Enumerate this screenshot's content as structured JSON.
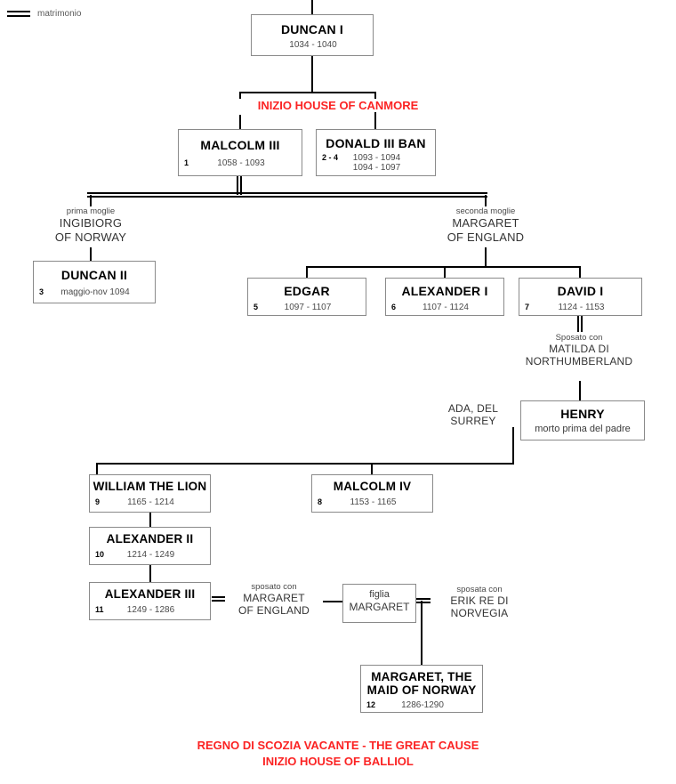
{
  "legend": {
    "marker": "double-line",
    "label": "matrimonio"
  },
  "banners": {
    "canmore": "INIZIO HOUSE OF CANMORE",
    "footer_line1": "REGNO DI SCOZIA VACANTE - THE GREAT CAUSE",
    "footer_line2": "INIZIO HOUSE OF BALLIOL"
  },
  "colors": {
    "red": "#fb2323",
    "box_border": "#8a8a8a",
    "line": "#000000",
    "label_text": "#3c3c3c"
  },
  "people": {
    "duncan1": {
      "name": "DUNCAN I",
      "num": "",
      "dates": "1034 - 1040"
    },
    "malcolm3": {
      "name": "MALCOLM III",
      "num": "1",
      "dates": "1058 - 1093"
    },
    "donald3": {
      "name": "DONALD III  BAN",
      "num": "2 - 4",
      "dates": "1093 - 1094\n1094 - 1097"
    },
    "duncan2": {
      "name": "DUNCAN II",
      "num": "3",
      "dates": "maggio-nov 1094"
    },
    "edgar": {
      "name": "EDGAR",
      "num": "5",
      "dates": "1097 - 1107"
    },
    "alexander1": {
      "name": "ALEXANDER I",
      "num": "6",
      "dates": "1107 - 1124"
    },
    "david1": {
      "name": "DAVID I",
      "num": "7",
      "dates": "1124 - 1153"
    },
    "henry": {
      "name": "HENRY",
      "num": "",
      "sub": "morto prima del padre"
    },
    "malcolm4": {
      "name": "MALCOLM IV",
      "num": "8",
      "dates": "1153 - 1165"
    },
    "william": {
      "name": "WILLIAM THE LION",
      "num": "9",
      "dates": "1165 - 1214"
    },
    "alexander2": {
      "name": "ALEXANDER II",
      "num": "10",
      "dates": "1214 - 1249"
    },
    "alexander3": {
      "name": "ALEXANDER III",
      "num": "11",
      "dates": "1249 - 1286"
    },
    "figlia": {
      "line1": "figlia",
      "line2": "MARGARET"
    },
    "maid": {
      "name_line1": "MARGARET, THE",
      "name_line2": "MAID OF NORWAY",
      "num": "12",
      "dates": "1286-1290"
    }
  },
  "spouses": {
    "ingibiorg": {
      "caption": "prima moglie",
      "line1": "INGIBIORG",
      "line2": "OF NORWAY"
    },
    "margaret_england_spouse": {
      "caption": "seconda moglie",
      "line1": "MARGARET",
      "line2": "OF ENGLAND"
    },
    "matilda": {
      "caption": "Sposato con",
      "line1": "MATILDA DI",
      "line2": "NORTHUMBERLAND"
    },
    "ada": {
      "caption": "",
      "line1": "ADA, DEL",
      "line2": "SURREY"
    },
    "margaret_of_england": {
      "caption": "sposato con",
      "line1": "MARGARET",
      "line2": "OF ENGLAND"
    },
    "erik": {
      "caption": "sposata con",
      "line1": "ERIK RE DI",
      "line2": "NORVEGIA"
    }
  }
}
